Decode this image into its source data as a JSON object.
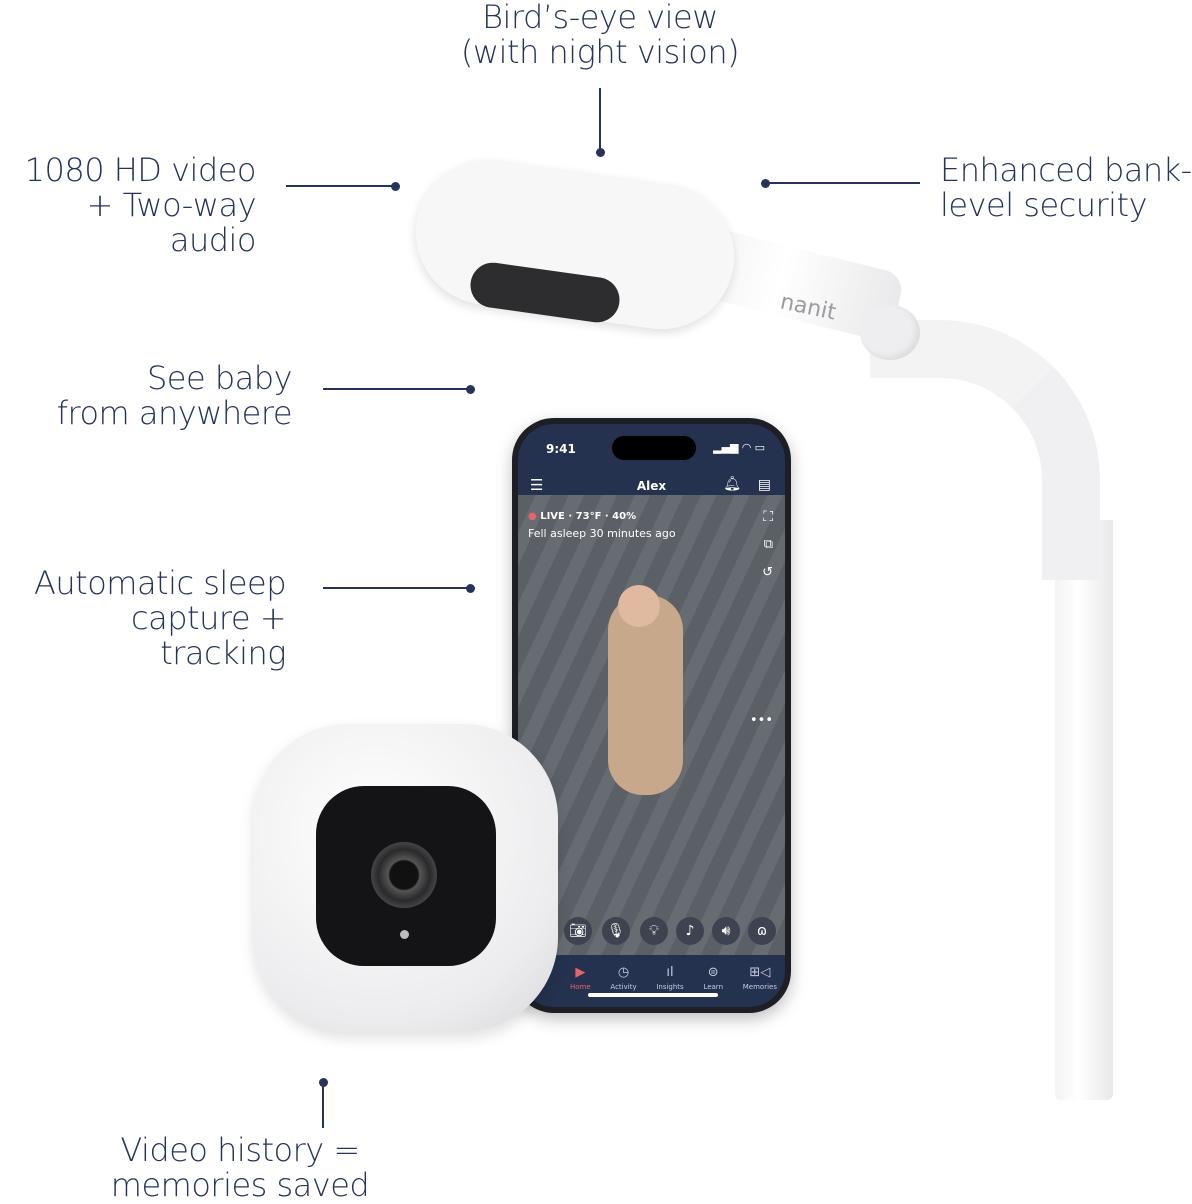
{
  "features": {
    "birds_eye": [
      "Bird’s-eye view",
      "(with night vision)"
    ],
    "hd_video": [
      "1080 HD video",
      "+ Two-way audio"
    ],
    "security": [
      "Enhanced bank-",
      "level security"
    ],
    "see_baby": [
      "See baby",
      "from anywhere"
    ],
    "sleep": [
      "Automatic sleep",
      "capture + tracking"
    ],
    "history": [
      "Video history =",
      "memories saved"
    ]
  },
  "brand": "nanit",
  "phone": {
    "time": "9:41",
    "title": "Alex",
    "live": "LIVE",
    "temp": "73°F",
    "humidity": "40%",
    "status": "Fell asleep 30 minutes ago",
    "controls": [
      "camera-icon",
      "microphone-icon",
      "bulb-icon",
      "music-note-icon",
      "speaker-icon",
      "lungs-icon"
    ],
    "nav": [
      {
        "label": "Home",
        "icon": "home-icon"
      },
      {
        "label": "Activity",
        "icon": "clock-icon"
      },
      {
        "label": "Insights",
        "icon": "bars-icon"
      },
      {
        "label": "Learn",
        "icon": "chat-icon"
      },
      {
        "label": "Memories",
        "icon": "video-plus-icon"
      }
    ],
    "active_color": "#e8646a"
  }
}
